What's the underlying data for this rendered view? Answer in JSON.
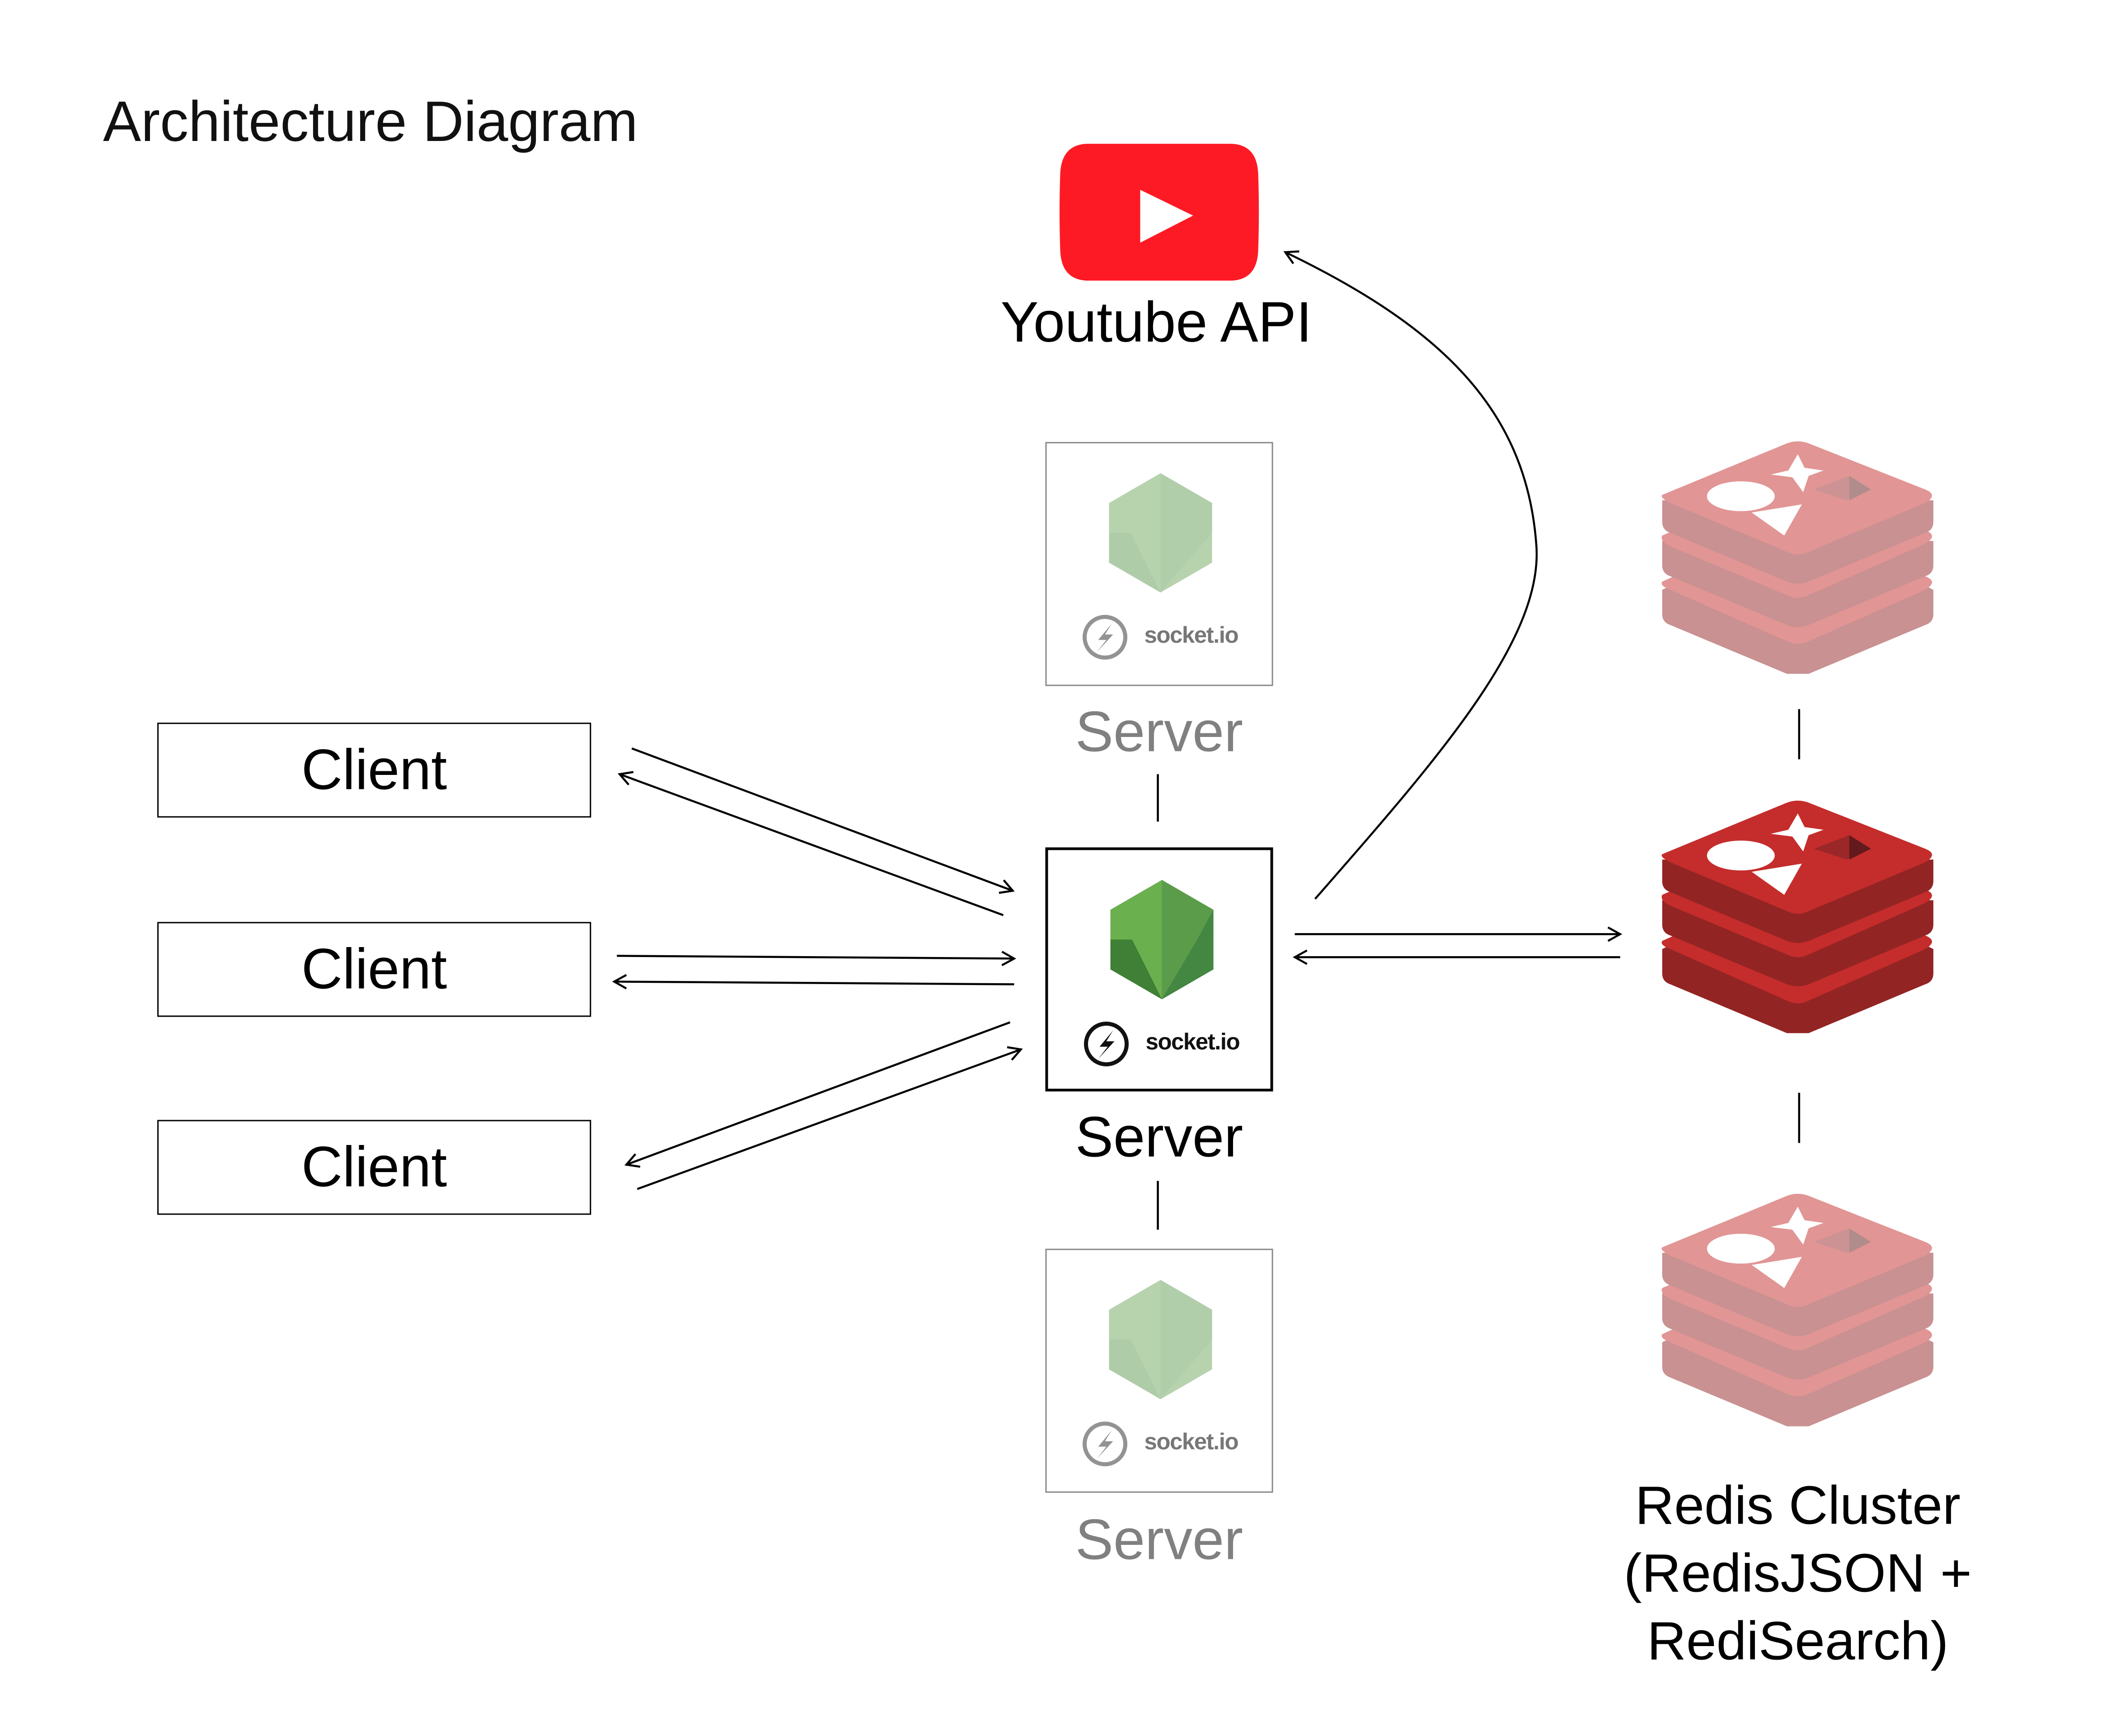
{
  "title": "Architecture Diagram",
  "youtube": {
    "label": "Youtube API",
    "icon": "youtube-play-icon",
    "color": "#fe1a24"
  },
  "clients": [
    {
      "label": "Client"
    },
    {
      "label": "Client"
    },
    {
      "label": "Client"
    }
  ],
  "servers": {
    "top": {
      "label": "Server",
      "logo_text": "socket.io",
      "state": "faded"
    },
    "main": {
      "label": "Server",
      "logo_text": "socket.io",
      "state": "active"
    },
    "bottom": {
      "label": "Server",
      "logo_text": "socket.io",
      "state": "faded"
    }
  },
  "redis": {
    "label_lines": [
      "Redis Cluster",
      "(RedisJSON +",
      "RediSearch)"
    ],
    "nodes": [
      {
        "state": "faded"
      },
      {
        "state": "active"
      },
      {
        "state": "faded"
      }
    ],
    "color": "#c42d2b"
  },
  "colors": {
    "node_green": "#5fa04e",
    "faded_text": "#808080"
  }
}
